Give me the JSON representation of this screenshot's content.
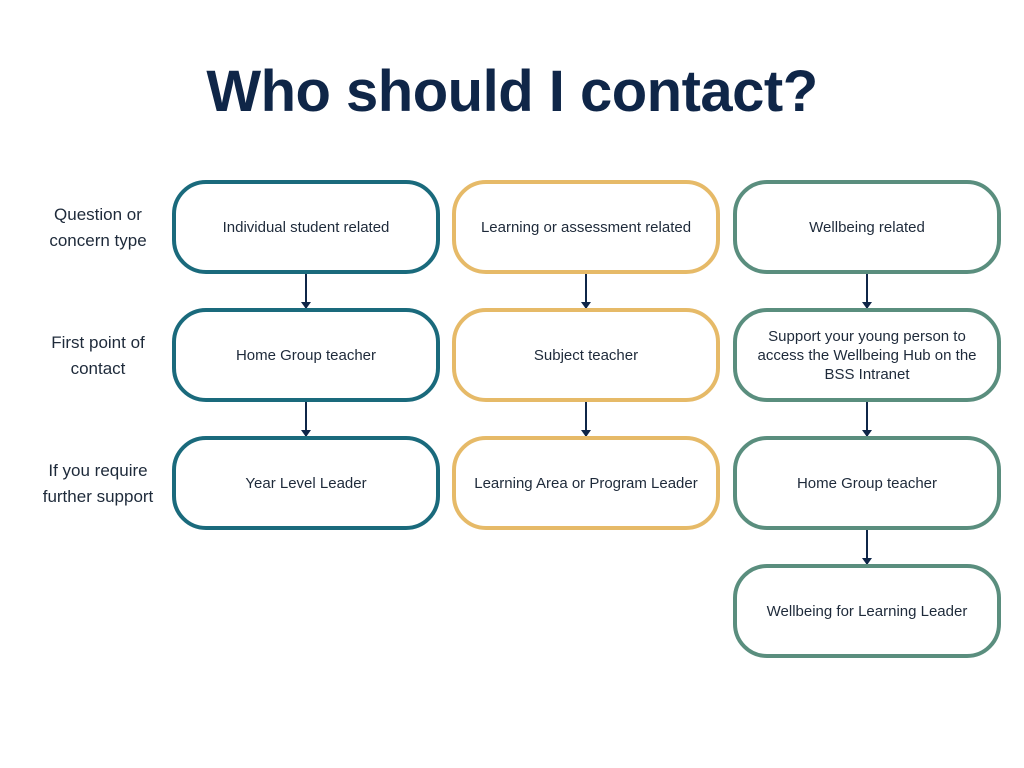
{
  "title": "Who should I contact?",
  "row_labels": [
    "Question or concern type",
    "First point of contact",
    "If you require further support"
  ],
  "columns": [
    {
      "theme": "teal",
      "color": "#1a6a7c",
      "boxes": [
        "Individual student related",
        "Home Group teacher",
        "Year Level Leader"
      ]
    },
    {
      "theme": "gold",
      "color": "#e6ba68",
      "boxes": [
        "Learning or assessment related",
        "Subject teacher",
        "Learning Area or Program Leader"
      ]
    },
    {
      "theme": "green",
      "color": "#5a8e7e",
      "boxes": [
        "Wellbeing related",
        "Support your young person to access the Wellbeing Hub on the BSS Intranet",
        "Home Group teacher",
        "Wellbeing for Learning Leader"
      ]
    }
  ],
  "arrow_color": "#0f2648"
}
